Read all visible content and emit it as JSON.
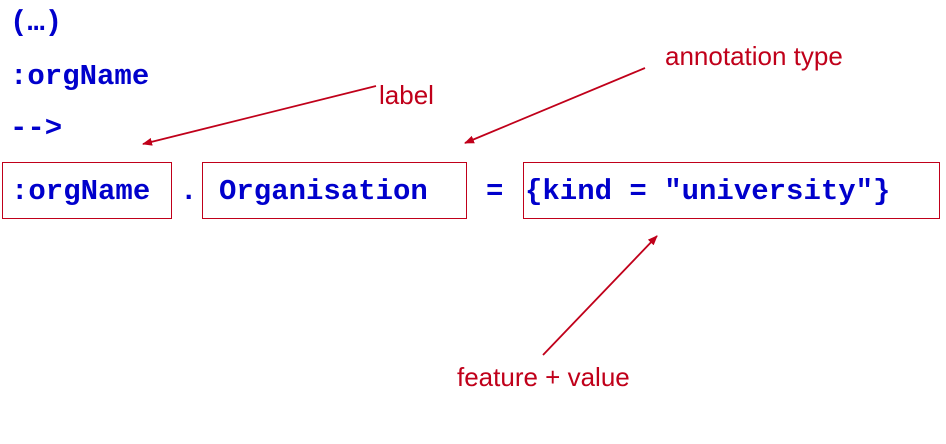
{
  "code": {
    "line1": "(…)",
    "line2": ":orgName",
    "line3": "-->",
    "rhs_label": ":orgName",
    "rhs_dot": ".",
    "rhs_type": "Organisation",
    "rhs_eq": "=",
    "rhs_features": "{kind = \"university\"}"
  },
  "annotations": {
    "label": "label",
    "annotation_type": "annotation type",
    "feature_value": "feature + value"
  },
  "colors": {
    "code": "#0000cc",
    "annotation": "#c0001a"
  }
}
